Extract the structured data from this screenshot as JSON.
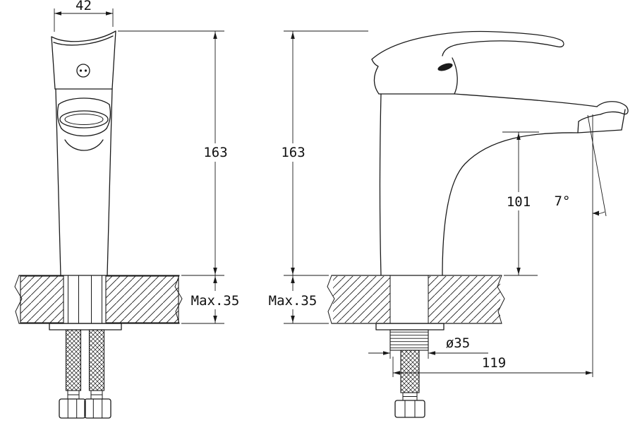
{
  "labels": {
    "top_width": "42",
    "front_height": "163",
    "side_height": "163",
    "front_max_thickness": "Max.35",
    "side_max_thickness": "Max.35",
    "spout_outlet_height": "101",
    "spout_angle": "7°",
    "shank_diameter": "ø35",
    "spout_reach": "119"
  },
  "colors": {
    "line": "#1a1a1a",
    "background": "#ffffff"
  }
}
